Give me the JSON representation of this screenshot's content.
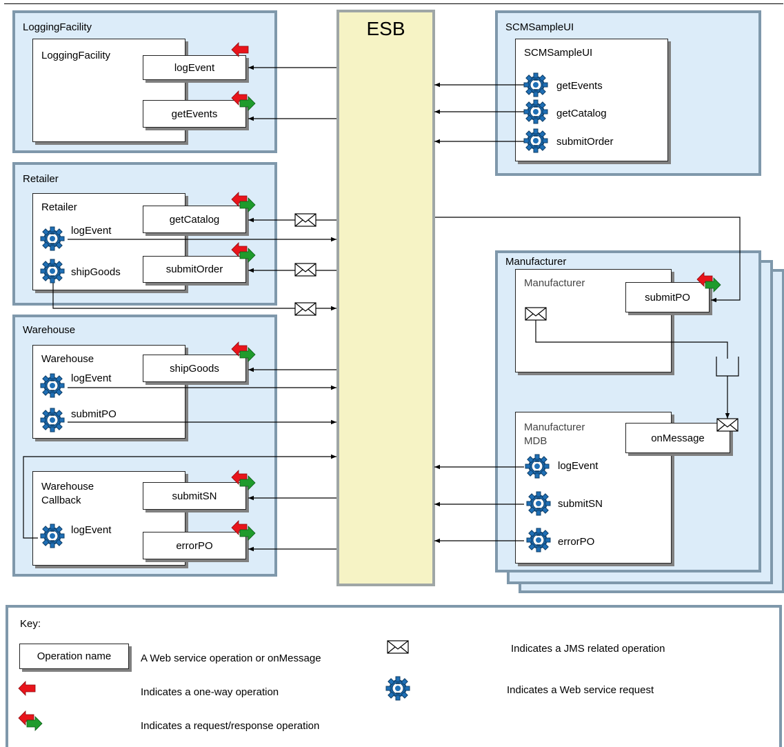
{
  "esb": {
    "title": "ESB"
  },
  "logging": {
    "group_title": "LoggingFacility",
    "component_title": "LoggingFacility",
    "ops": [
      "logEvent",
      "getEvents"
    ]
  },
  "scm": {
    "group_title": "SCMSampleUI",
    "component_title": "SCMSampleUI",
    "requests": [
      "getEvents",
      "getCatalog",
      "submitOrder"
    ]
  },
  "retailer": {
    "group_title": "Retailer",
    "component_title": "Retailer",
    "requests": [
      "logEvent",
      "shipGoods"
    ],
    "ops": [
      "getCatalog",
      "submitOrder"
    ]
  },
  "warehouse": {
    "group_title": "Warehouse",
    "component_title": "Warehouse",
    "requests": [
      "logEvent",
      "submitPO"
    ],
    "op": "shipGoods",
    "callback_title": "Warehouse\nCallback",
    "callback_requests": [
      "logEvent"
    ],
    "callback_ops": [
      "submitSN",
      "errorPO"
    ]
  },
  "manufacturer": {
    "group_title": "Manufacturer",
    "component_title": "Manufacturer",
    "op": "submitPO",
    "mdb_title": "Manufacturer\nMDB",
    "mdb_op": "onMessage",
    "mdb_requests": [
      "logEvent",
      "submitSN",
      "errorPO"
    ]
  },
  "key": {
    "title": "Key:",
    "op_sample": "Operation name",
    "op_desc": "A Web service operation or onMessage",
    "oneway_desc": "Indicates a one-way operation",
    "reqresp_desc": "Indicates a request/response operation",
    "jms_desc": "Indicates a JMS related operation",
    "ws_desc": "Indicates a Web service request"
  },
  "colors": {
    "group_fill": "#dcecf9",
    "group_border": "#7f98ab",
    "esb_fill": "#f6f3c5",
    "gear": "#1f6fb5",
    "red_arrow": "#e8141b",
    "green_arrow": "#1f9b2c"
  },
  "icons": [
    "gear-icon",
    "envelope-icon",
    "one-way-arrow-icon",
    "request-response-arrow-icon",
    "queue-icon"
  ]
}
